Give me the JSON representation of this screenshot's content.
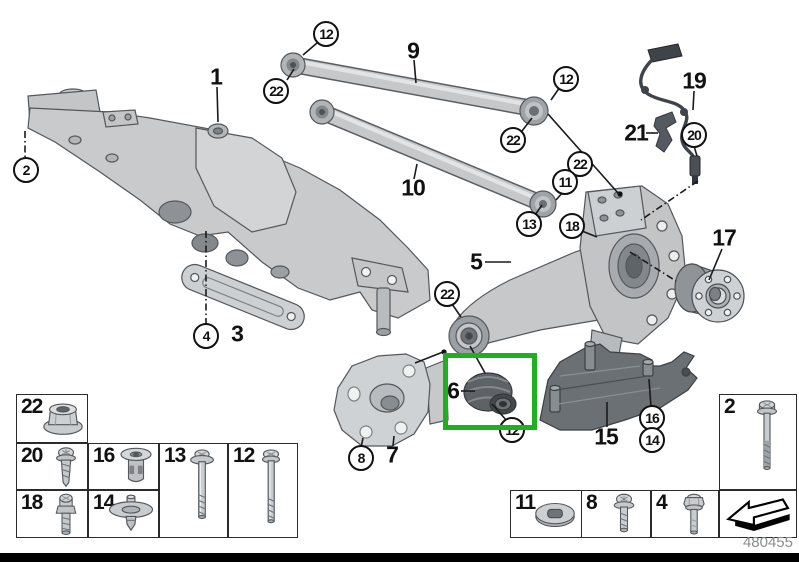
{
  "doc_number": "480455",
  "highlight_color": "#1faf1f",
  "part_labels": [
    "1",
    "3",
    "5",
    "6",
    "7",
    "9",
    "10",
    "15",
    "17",
    "19",
    "21"
  ],
  "callouts": [
    "2",
    "4",
    "8",
    "12",
    "22",
    "12",
    "22",
    "22",
    "11",
    "13",
    "18",
    "20",
    "22",
    "16",
    "14",
    "12"
  ],
  "fastener_table_left": {
    "cells": [
      {
        "num": "22",
        "icon": "flange-nut-icon"
      },
      {
        "num": "20",
        "icon": "tapping-screw-icon"
      },
      {
        "num": "16",
        "icon": "expansion-nut-icon"
      },
      {
        "num": "13",
        "icon": "long-bolt-washer-icon"
      },
      {
        "num": "12",
        "icon": "long-bolt-icon"
      },
      {
        "num": "18",
        "icon": "collar-bolt-icon"
      },
      {
        "num": "14",
        "icon": "expanding-rivet-icon"
      }
    ]
  },
  "fastener_table_right": {
    "cells": [
      {
        "num": "2",
        "icon": "extra-long-bolt-icon"
      },
      {
        "num": "11",
        "icon": "washer-icon"
      },
      {
        "num": "8",
        "icon": "screw-washer-icon"
      },
      {
        "num": "4",
        "icon": "hex-bolt-icon"
      },
      {
        "num": "",
        "icon": "page-arrow-icon"
      }
    ]
  }
}
